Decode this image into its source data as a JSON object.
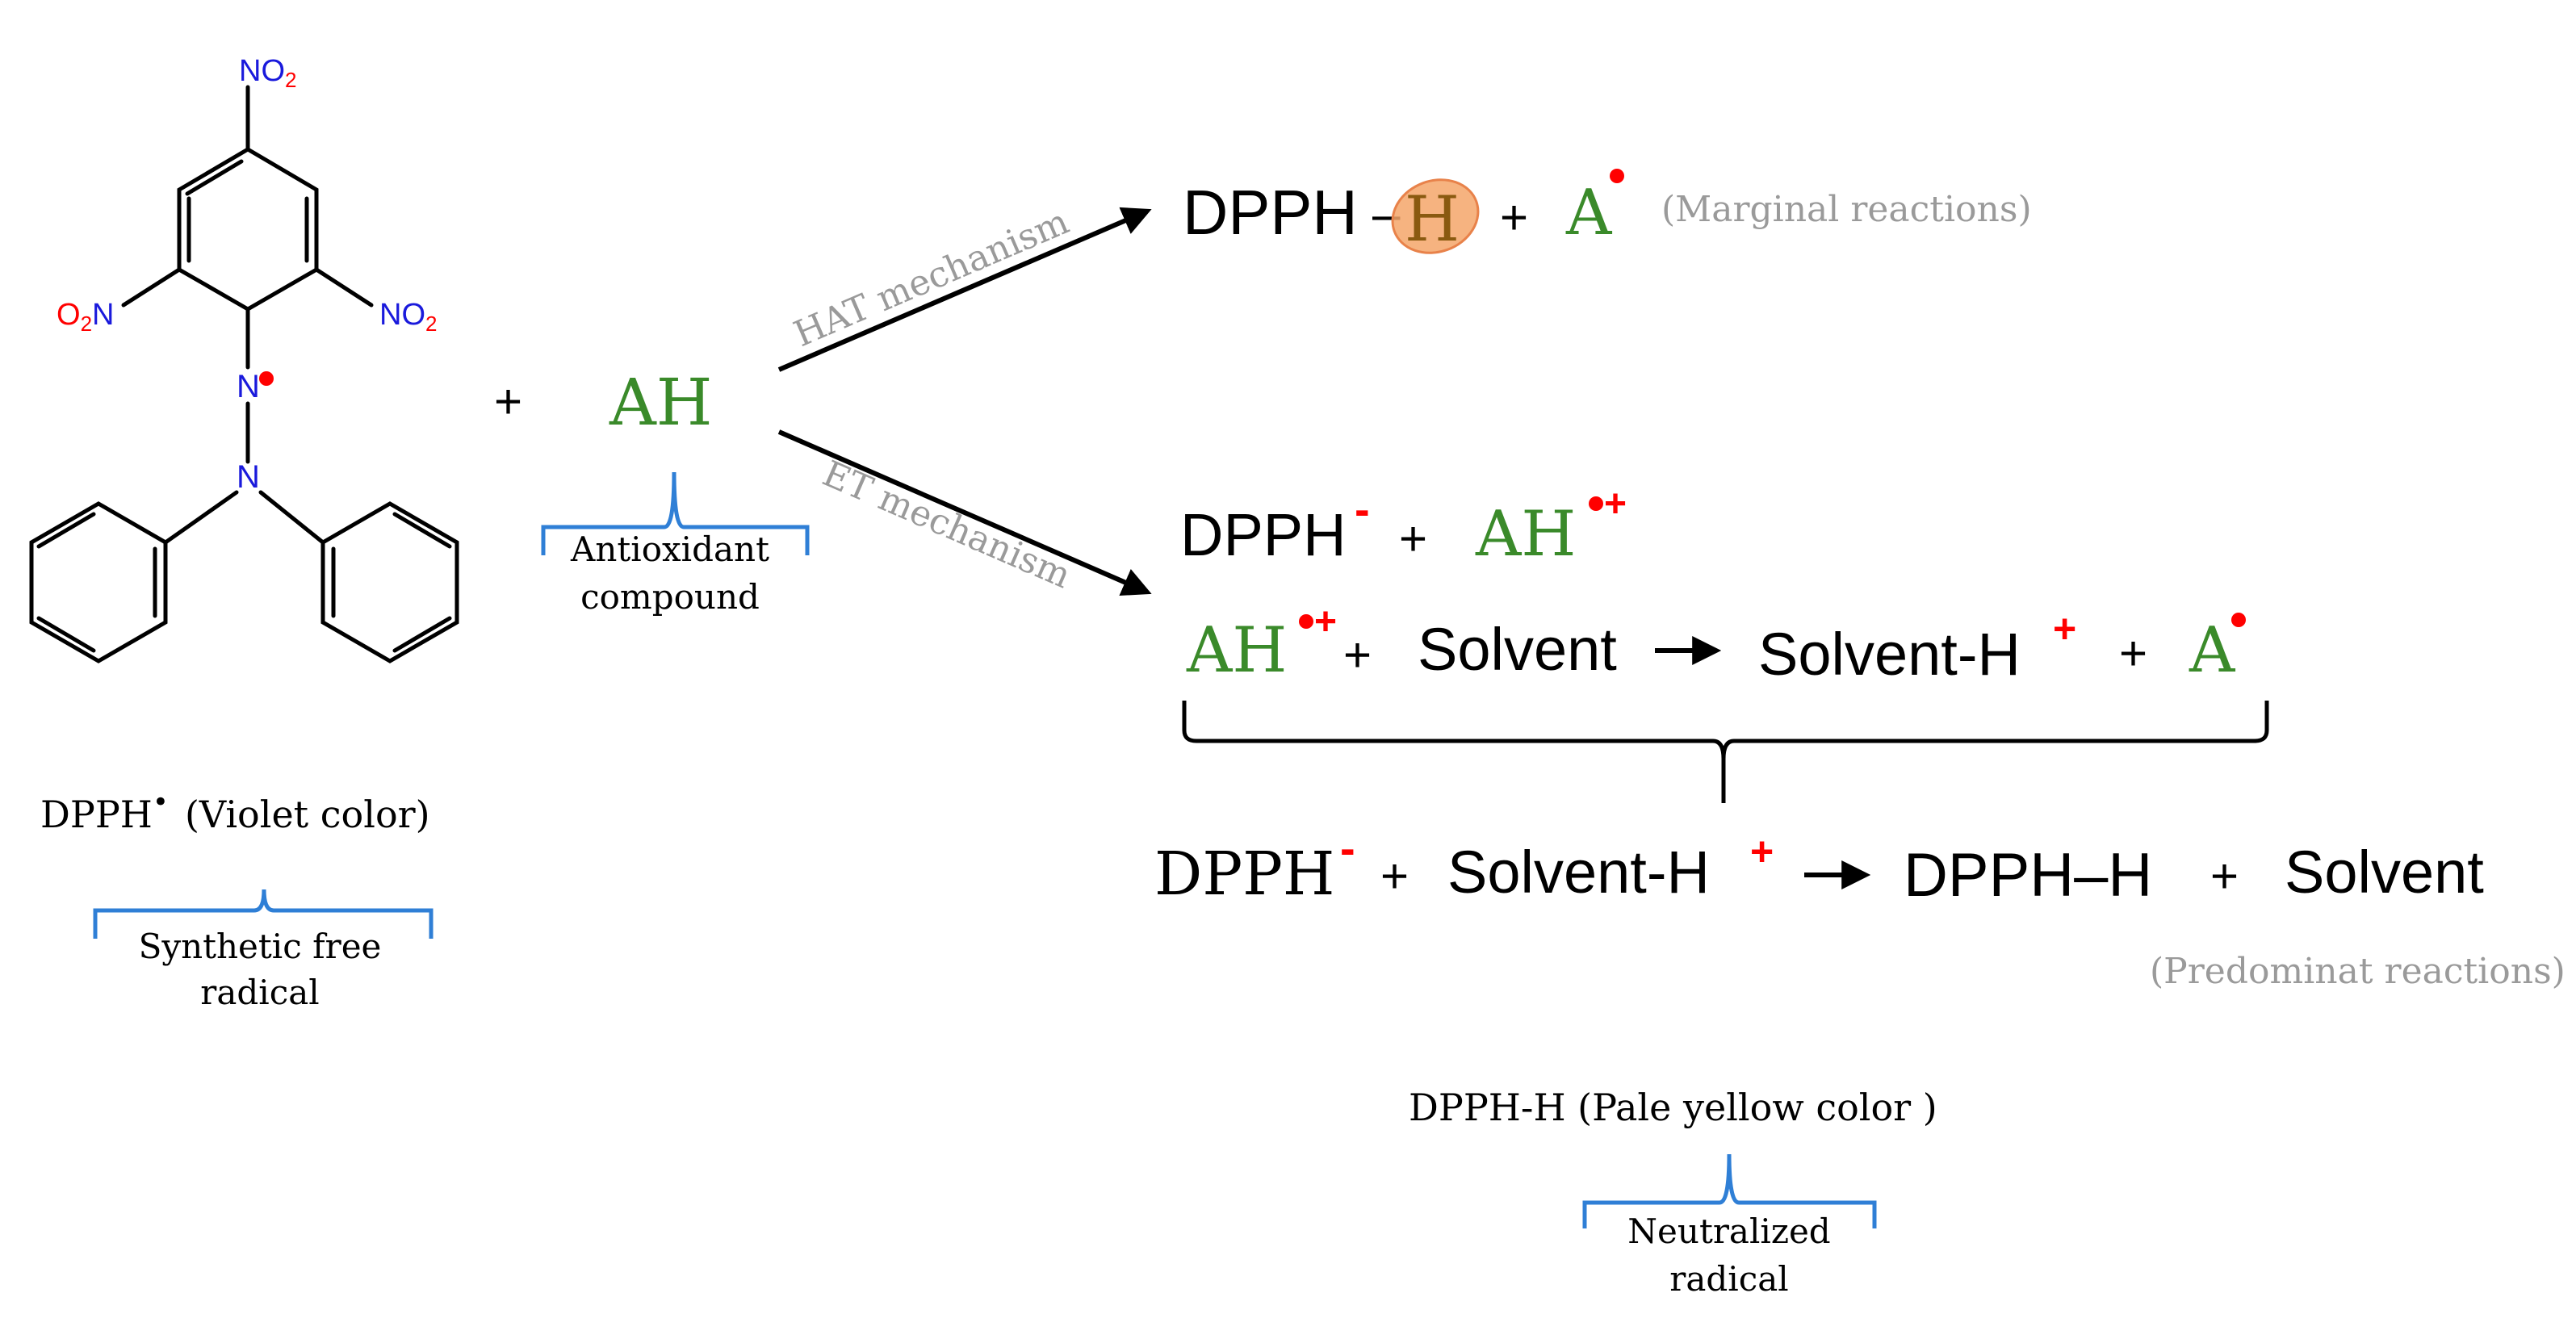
{
  "colors": {
    "black": "#000000",
    "green": "#3a8a2a",
    "red": "#ff0000",
    "blue": "#1a1adc",
    "gray": "#9a9a9a",
    "bracket_blue": "#2f7fd6",
    "highlight": "#f4a66a",
    "highlight_stroke": "#e8824a"
  },
  "molecule": {
    "nitro_top": {
      "main": "NO",
      "sub": "2"
    },
    "nitro_left": {
      "pre": "O",
      "sub": "2",
      "post": "N"
    },
    "nitro_right": {
      "main": "NO",
      "sub": "2"
    },
    "n_radical": "N",
    "n_amine": "N"
  },
  "dpph_label": {
    "name": "DPPH",
    "radical_dot": "•",
    "color_note": "(Violet color)"
  },
  "dpph_bracket": {
    "line1": "Synthetic free",
    "line2": "radical"
  },
  "reactant": {
    "plus": "+",
    "ah": "AH"
  },
  "ah_bracket": {
    "line1": "Antioxidant",
    "line2": "compound"
  },
  "hat": {
    "mechanism": "HAT mechanism",
    "dpph": "DPPH",
    "bond": "–",
    "h": "H",
    "plus": "+",
    "a": "A",
    "note": "(Marginal reactions)"
  },
  "et": {
    "mechanism": "ET mechanism",
    "line1": {
      "dpph": "DPPH",
      "minus": "-",
      "plus": "+",
      "ah": "AH",
      "charge": "•+"
    },
    "line2": {
      "ah": "AH",
      "charge": "•+",
      "plus": "+",
      "solvent": "Solvent",
      "arrow": "→",
      "solvent_h": "Solvent-H",
      "plus_charge": "+",
      "plus2": "+",
      "a": "A"
    },
    "line3": {
      "dpph": "DPPH",
      "minus": "-",
      "plus": "+",
      "solvent_h": "Solvent-H",
      "plus_charge": "+",
      "arrow": "→",
      "dpph_h": "DPPH–H",
      "plus2": "+",
      "solvent": "Solvent"
    },
    "note": "(Predominat reactions)"
  },
  "product": {
    "label": "DPPH-H (Pale yellow color )"
  },
  "product_bracket": {
    "line1": "Neutralized",
    "line2": "radical"
  }
}
